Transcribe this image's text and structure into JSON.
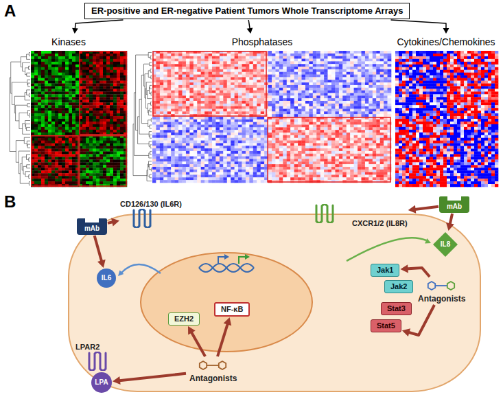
{
  "diagram": {
    "nodes": [
      {
        "text": [
          "ER-positive and ER-negative Patient Tumors Whole Transcriptome Arrays"
        ]
      },
      {
        "text": [
          "Kinases"
        ]
      },
      {
        "text": [
          "Phosphatases"
        ]
      },
      {
        "text": [
          "Cytokines/Chemokines"
        ]
      },
      {
        "text": [
          "mAb"
        ]
      },
      {
        "text": [
          "CD126/130 (IL6R)"
        ]
      },
      {
        "text": [
          "IL6"
        ]
      },
      {
        "text": [
          "CXCR1/2 (IL8R)"
        ]
      },
      {
        "text": [
          "mAb"
        ]
      },
      {
        "text": [
          "IL8"
        ]
      },
      {
        "text": [
          "Jak1"
        ]
      },
      {
        "text": [
          "Jak2"
        ]
      },
      {
        "text": [
          "Antagonists"
        ]
      },
      {
        "text": [
          "Stat3"
        ]
      },
      {
        "text": [
          "Stat5"
        ]
      },
      {
        "text": [
          "EZH2"
        ]
      },
      {
        "text": [
          "NF-κB"
        ]
      },
      {
        "text": [
          "LPAR2"
        ]
      },
      {
        "text": [
          "LPA"
        ]
      },
      {
        "text": [
          "Antagonists"
        ]
      }
    ],
    "edges": [
      {
        "from": 0,
        "to": 1,
        "arrow": "to"
      },
      {
        "from": 0,
        "to": 2,
        "arrow": "to"
      },
      {
        "from": 0,
        "to": 3,
        "arrow": "to"
      },
      {
        "from": 4,
        "to": 5,
        "arrow": "to"
      },
      {
        "from": 4,
        "to": 6,
        "arrow": "to"
      },
      {
        "from": 8,
        "to": 7,
        "arrow": "to"
      },
      {
        "from": 8,
        "to": 9,
        "arrow": "to"
      },
      {
        "from": 12,
        "to": 10,
        "arrow": "to"
      },
      {
        "from": 12,
        "to": 14,
        "arrow": "to"
      },
      {
        "from": 19,
        "to": 18,
        "arrow": "to"
      },
      {
        "from": 19,
        "to": 15,
        "arrow": "to"
      },
      {
        "from": 19,
        "to": 16,
        "arrow": "to"
      }
    ],
    "labels": [
      "A",
      "B"
    ]
  }
}
